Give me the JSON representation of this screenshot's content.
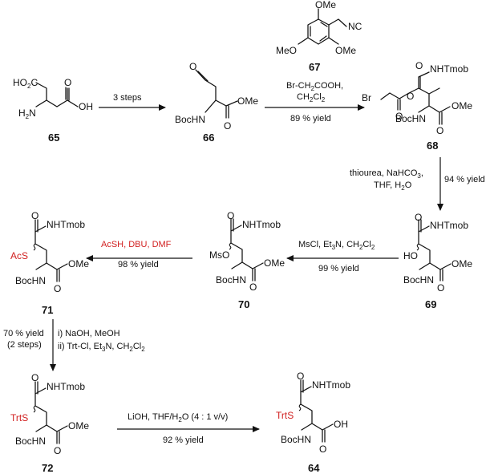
{
  "compounds": {
    "c65": {
      "number": "65",
      "groups": {
        "acid_left": "HO",
        "acid_left_sub": "2",
        "acid_left_c": "C",
        "amine": "H",
        "amine_sub": "2",
        "amine_n": "N",
        "o": "O",
        "oh": "OH"
      }
    },
    "c66": {
      "number": "66",
      "groups": {
        "aldehyde_o": "O",
        "bochn": "BocHN",
        "o": "O",
        "ome": "OMe"
      }
    },
    "c67": {
      "number": "67",
      "groups": {
        "ome_top": "OMe",
        "nc": "NC",
        "meo": "MeO",
        "ome_bottom": "OMe"
      }
    },
    "c68": {
      "number": "68",
      "groups": {
        "o_amide": "O",
        "nhtmob": "NHTmob",
        "br": "Br",
        "o_ester_carbonyl": "O",
        "o_ester": "O",
        "bochn": "BocHN",
        "o": "O",
        "ome": "OMe"
      }
    },
    "c69": {
      "number": "69",
      "groups": {
        "o_amide": "O",
        "nhtmob": "NHTmob",
        "ho": "HO",
        "bochn": "BocHN",
        "ome": "OMe",
        "o": "O"
      }
    },
    "c70": {
      "number": "70",
      "groups": {
        "o_amide": "O",
        "nhtmob": "NHTmob",
        "mso": "MsO",
        "bochn": "BocHN",
        "ome": "OMe",
        "o": "O"
      }
    },
    "c71": {
      "number": "71",
      "groups": {
        "o_amide": "O",
        "nhtmob": "NHTmob",
        "acs": "AcS",
        "bochn": "BocHN",
        "ome": "OMe",
        "o": "O"
      }
    },
    "c72": {
      "number": "72",
      "groups": {
        "o_amide": "O",
        "nhtmob": "NHTmob",
        "trts": "TrtS",
        "bochn": "BocHN",
        "ome": "OMe",
        "o": "O"
      }
    },
    "c64": {
      "number": "64",
      "groups": {
        "o_amide": "O",
        "nhtmob": "NHTmob",
        "trts": "TrtS",
        "bochn": "BocHN",
        "oh": "OH",
        "o": "O"
      }
    }
  },
  "steps": {
    "s1": {
      "text": "3 steps"
    },
    "s2": {
      "line1": "Br-CH",
      "line1_sub": "2",
      "line1_tail": "COOH,",
      "line2": "CH",
      "line2_sub1": "2",
      "line2_mid": "Cl",
      "line2_sub2": "2",
      "yield": "89 % yield"
    },
    "s3": {
      "line1": "thiourea, NaHCO",
      "line1_sub": "3",
      "line1_tail": ",",
      "line2": "THF, H",
      "line2_sub": "2",
      "line2_tail": "O",
      "yield": "94 % yield"
    },
    "s4": {
      "t1": "MsCl, Et",
      "t1_sub": "3",
      "t2": "N, CH",
      "t2_sub1": "2",
      "t3": "Cl",
      "t3_sub2": "2",
      "yield": "99 % yield"
    },
    "s5": {
      "text": "AcSH, DBU, DMF",
      "yield": "98 % yield",
      "color": "#d11f1f"
    },
    "s6": {
      "yield_line1": "70 % yield",
      "yield_line2": "(2 steps)",
      "r1": "i) NaOH, MeOH",
      "r2a": "ii) Trt-Cl, Et",
      "r2_sub": "3",
      "r2b": "N, CH",
      "r2_sub1": "2",
      "r2c": "Cl",
      "r2_sub2": "2"
    },
    "s7": {
      "text": "LiOH, THF/H",
      "sub": "2",
      "tail": "O (4 : 1 v/v)",
      "yield": "92 % yield"
    }
  },
  "highlight_color": "#d11f1f"
}
